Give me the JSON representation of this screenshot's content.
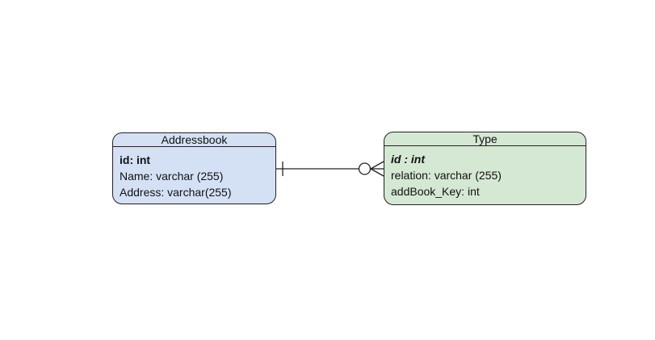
{
  "colors": {
    "addressbook_fill": "#d4e1f5",
    "type_fill": "#d5e8d4",
    "stroke": "#222222"
  },
  "entities": {
    "addressbook": {
      "name": "Addressbook",
      "attributes": [
        {
          "text": "id: int",
          "primary_key": true,
          "italic": false
        },
        {
          "text": "Name: varchar (255)",
          "primary_key": false,
          "italic": false
        },
        {
          "text": "Address: varchar(255)",
          "primary_key": false,
          "italic": false
        }
      ]
    },
    "type": {
      "name": "Type",
      "attributes": [
        {
          "text": "id : int",
          "primary_key": true,
          "italic": true
        },
        {
          "text": "relation: varchar (255)",
          "primary_key": false,
          "italic": false
        },
        {
          "text": "addBook_Key: int",
          "primary_key": false,
          "italic": false
        }
      ]
    }
  },
  "relationship": {
    "from": "addressbook",
    "to": "type",
    "from_cardinality": "one",
    "to_cardinality": "zero-or-many"
  }
}
